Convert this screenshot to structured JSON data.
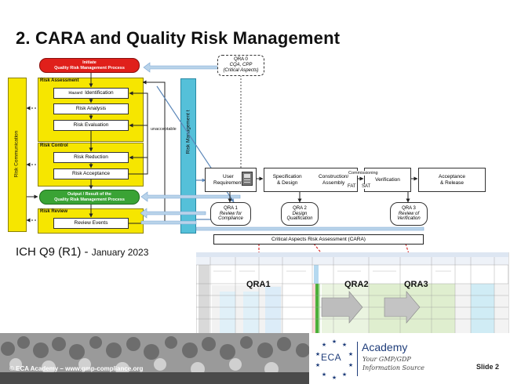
{
  "slide": {
    "title": "2. CARA and Quality Risk Management",
    "reference": "ICH Q9 (R1) - ",
    "reference_date": "January 2023",
    "footer": "© ECA Academy – www.gmp-compliance.org",
    "slide_number": "Slide 2"
  },
  "qrm": {
    "initiate_line1": "Initiate",
    "initiate_line2": "Quality Risk Management Process",
    "risk_assessment": "Risk Assessment",
    "hazard": "Hazard",
    "identification": "Identification",
    "risk_analysis": "Risk Analysis",
    "risk_evaluation": "Risk Evaluation",
    "unacceptable": "unacceptable",
    "risk_control": "Risk Control",
    "risk_reduction": "Risk Reduction",
    "risk_acceptance": "Risk Acceptance",
    "output_line1": "Output / Result of the",
    "output_line2": "Quality Risk Management Process",
    "risk_review": "Risk Review",
    "review_events": "Review Events",
    "risk_communication": "Risk Communication",
    "risk_management_tools": "Risk Management t"
  },
  "qra0": {
    "line1": "QRA 0",
    "line2": "CQA, CPP",
    "line3": "(Critical Aspects)"
  },
  "flow": {
    "user_req_line1": "User",
    "user_req_line2": "Requirements",
    "spec_line1": "Specification",
    "spec_line2": "& Design",
    "construction_line1": "Construction/",
    "construction_line2": "Assembly",
    "commissioning": "Commissioning",
    "fat": "FAT",
    "sat": "SAT",
    "verification": "Verification",
    "acceptance_line1": "Acceptance",
    "acceptance_line2": "& Release"
  },
  "qras": [
    {
      "title": "QRA 1",
      "sub1": "Review for",
      "sub2": "Compliance"
    },
    {
      "title": "QRA 2",
      "sub1": "Design",
      "sub2": "Qualification"
    },
    {
      "title": "QRA 3",
      "sub1": "Review of",
      "sub2": "Verification"
    }
  ],
  "cara_bar": "Critical Aspects Risk Assessment (CARA)",
  "spreadsheet": {
    "qra1": "QRA1",
    "qra2": "QRA2",
    "qra3": "QRA3"
  },
  "eca": {
    "logo_text": "ECA",
    "academy": "Academy",
    "tagline1": "Your GMP/GDP",
    "tagline2": "Information Source"
  },
  "colors": {
    "yellow": "#f6e600",
    "red": "#e0201b",
    "green": "#3aa335",
    "cyan": "#55c0d9",
    "arrow_blue": "#b9d3ea",
    "navy": "#1f3d7a"
  }
}
